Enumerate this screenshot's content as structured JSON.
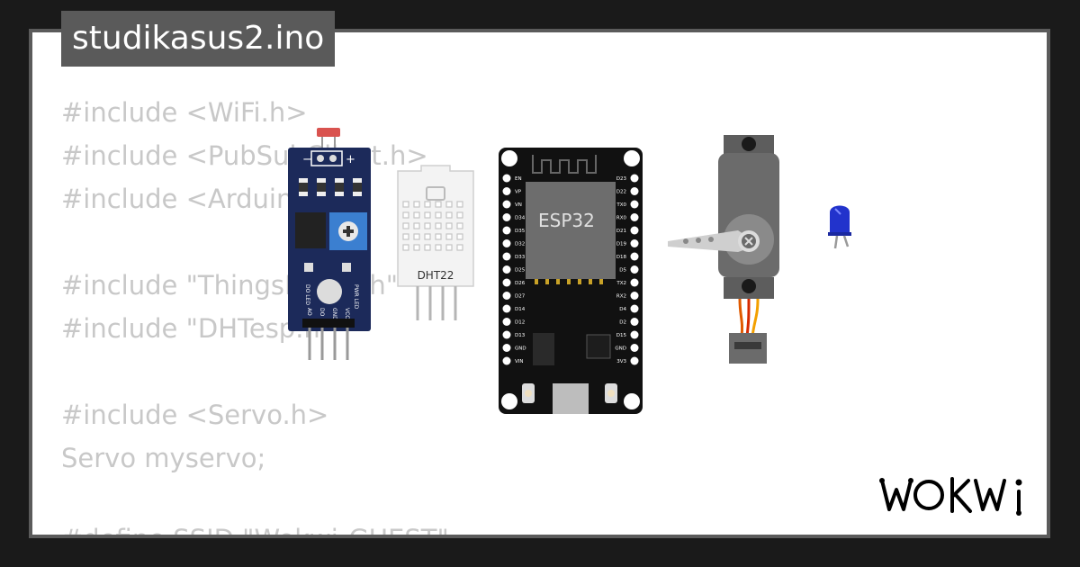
{
  "project": {
    "filename": "studikasus2.ino"
  },
  "code_lines": [
    "#include <WiFi.h>",
    "#include <PubSubClient.h>",
    "#include <Arduino.h>",
    "",
    "#include \"ThingsBoard.h\"",
    "#include \"DHTesp.h\"",
    "",
    "#include <Servo.h>",
    "Servo myservo;",
    "",
    "#define SSID \"Wokwi-GUEST\""
  ],
  "components": {
    "ldr": {
      "pin_labels": [
        "AO",
        "DO",
        "GND",
        "VCC"
      ],
      "led_labels": [
        "DO LED",
        "PWR LED"
      ],
      "signs": [
        "−",
        "+"
      ]
    },
    "dht": {
      "label": "DHT22"
    },
    "esp32": {
      "label": "ESP32",
      "left_pins": [
        "EN",
        "VP",
        "VN",
        "D34",
        "D35",
        "D32",
        "D33",
        "D25",
        "D26",
        "D27",
        "D14",
        "D12",
        "D13",
        "GND",
        "VIN"
      ],
      "right_pins": [
        "D23",
        "D22",
        "TX0",
        "RX0",
        "D21",
        "D19",
        "D18",
        "D5",
        "TX2",
        "RX2",
        "D4",
        "D2",
        "D15",
        "GND",
        "3V3"
      ]
    },
    "servo": {},
    "led": {
      "color": "#2233cc"
    }
  },
  "brand": {
    "logo_text": "WOKWi"
  },
  "colors": {
    "background": "#1a1a1a",
    "frame": "#5b5b5b",
    "canvas": "#ffffff",
    "code_text": "#c8c8c8",
    "title_bg": "#5a5a5a",
    "ldr_board": "#1c2a5a",
    "esp_board": "#111111",
    "servo_body": "#6b6b6b",
    "led_blue": "#2233cc"
  }
}
